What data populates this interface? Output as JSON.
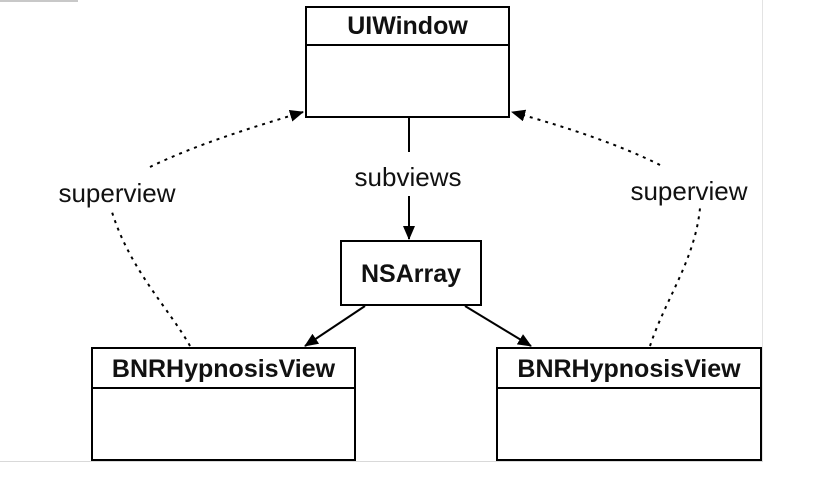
{
  "diagram": {
    "nodes": {
      "window": {
        "title": "UIWindow"
      },
      "array": {
        "title": "NSArray"
      },
      "view_left": {
        "title": "BNRHypnosisView"
      },
      "view_right": {
        "title": "BNRHypnosisView"
      }
    },
    "edges": {
      "subviews": {
        "label": "subviews",
        "from": "UIWindow",
        "to": "NSArray",
        "style": "solid"
      },
      "array_to_left": {
        "label": "",
        "from": "NSArray",
        "to": "BNRHypnosisView",
        "style": "solid"
      },
      "array_to_right": {
        "label": "",
        "from": "NSArray",
        "to": "BNRHypnosisView",
        "style": "solid"
      },
      "superview_left": {
        "label": "superview",
        "from": "BNRHypnosisView",
        "to": "UIWindow",
        "style": "dotted"
      },
      "superview_right": {
        "label": "superview",
        "from": "BNRHypnosisView",
        "to": "UIWindow",
        "style": "dotted"
      }
    }
  }
}
